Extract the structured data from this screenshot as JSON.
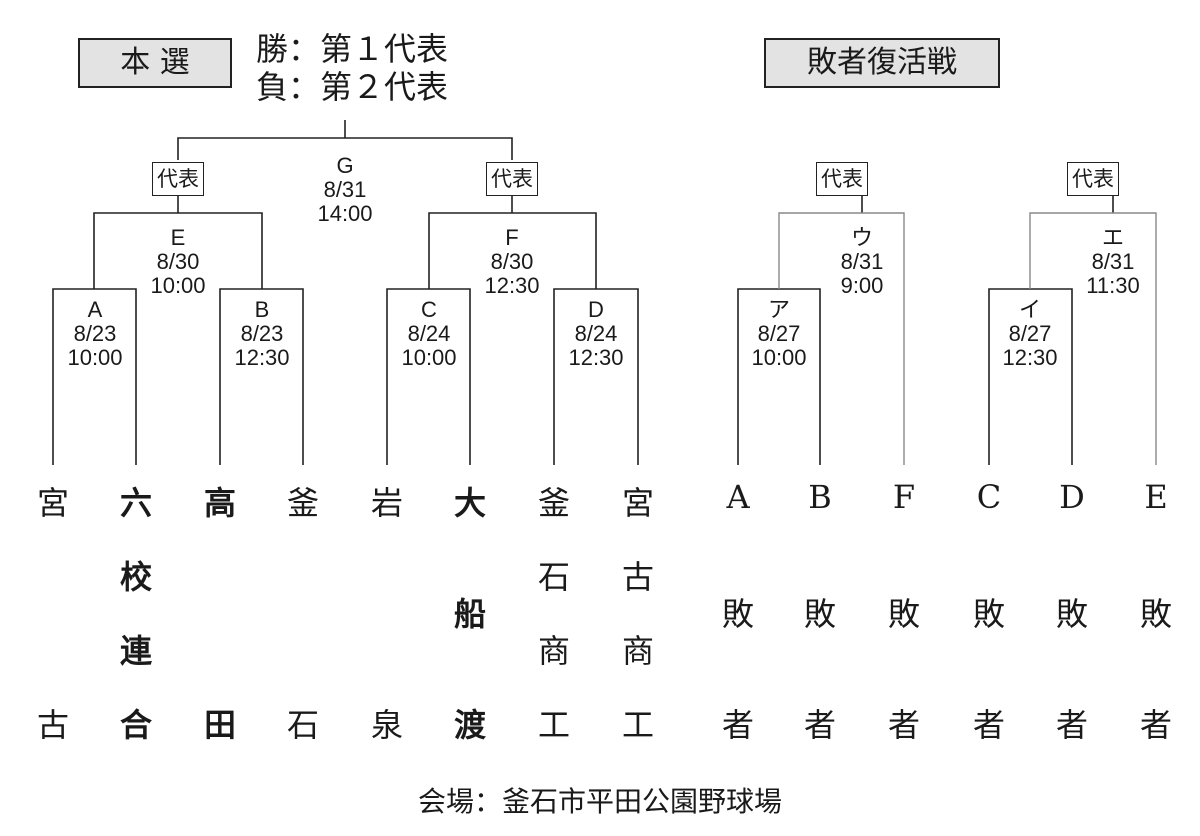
{
  "main_title": "本 選",
  "legend": {
    "win": "勝：第１代表",
    "lose": "負：第２代表"
  },
  "repechage_title": "敗者復活戦",
  "rep_label": "代表",
  "venue": "会場：釜石市平田公園野球場",
  "teams": [
    {
      "name": "宮古",
      "bold": false
    },
    {
      "name": "六校連合",
      "bold": true
    },
    {
      "name": "高田",
      "bold": true
    },
    {
      "name": "釜石",
      "bold": false
    },
    {
      "name": "岩泉",
      "bold": false
    },
    {
      "name": "大船渡",
      "bold": true
    },
    {
      "name": "釜石商工",
      "bold": false
    },
    {
      "name": "宮古商工",
      "bold": false
    }
  ],
  "losers": [
    {
      "name": "A敗者"
    },
    {
      "name": "B敗者"
    },
    {
      "name": "F敗者"
    },
    {
      "name": "C敗者"
    },
    {
      "name": "D敗者"
    },
    {
      "name": "E敗者"
    }
  ],
  "games": [
    {
      "id": "A",
      "date": "8/23",
      "time": "10:00"
    },
    {
      "id": "B",
      "date": "8/23",
      "time": "12:30"
    },
    {
      "id": "C",
      "date": "8/24",
      "time": "10:00"
    },
    {
      "id": "D",
      "date": "8/24",
      "time": "12:30"
    },
    {
      "id": "E",
      "date": "8/30",
      "time": "10:00"
    },
    {
      "id": "F",
      "date": "8/30",
      "time": "12:30"
    },
    {
      "id": "G",
      "date": "8/31",
      "time": "14:00"
    },
    {
      "id": "ア",
      "date": "8/27",
      "time": "10:00"
    },
    {
      "id": "イ",
      "date": "8/27",
      "time": "12:30"
    },
    {
      "id": "ウ",
      "date": "8/31",
      "time": "9:00"
    },
    {
      "id": "エ",
      "date": "8/31",
      "time": "11:30"
    }
  ]
}
